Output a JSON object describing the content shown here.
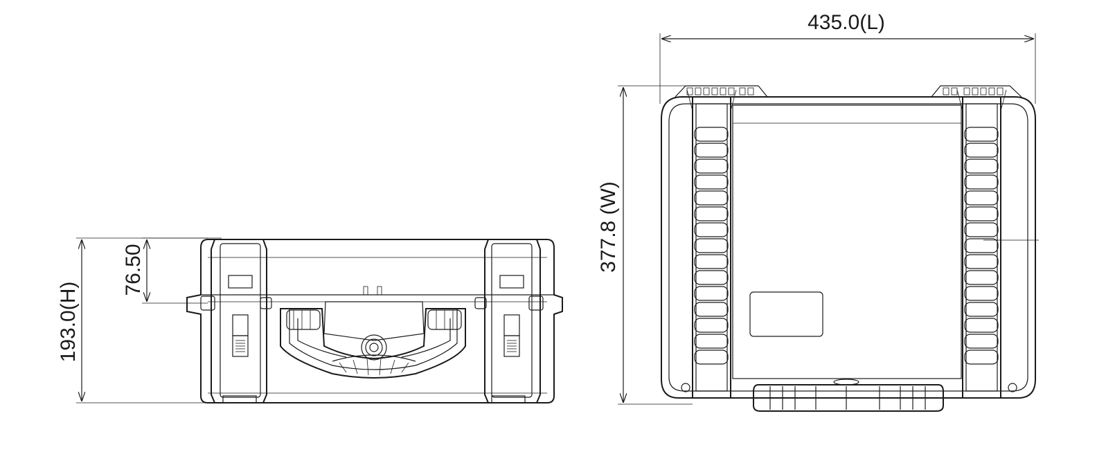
{
  "dimensions": {
    "length": "435.0(L)",
    "width": "377.8 (W)",
    "height": "193.0(H)",
    "lid_depth": "76.50"
  },
  "colors": {
    "line": "#1a1a1a",
    "background": "#ffffff"
  }
}
